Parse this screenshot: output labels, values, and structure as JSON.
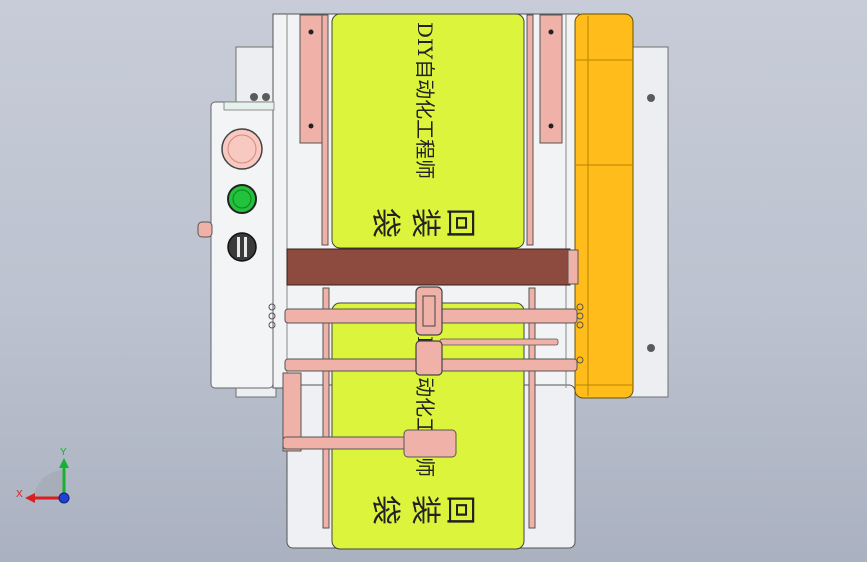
{
  "viewport": {
    "belt_labels": [
      "DIY自动化工程师",
      "DIY自动化工程师"
    ],
    "belt_chars": [
      "袋",
      "装",
      "回",
      "袋",
      "装",
      "回"
    ]
  },
  "triad": {
    "x_label": "X",
    "y_label": "Y",
    "x_color": "#d82020",
    "y_color": "#18b030",
    "z_color": "#2040d8"
  },
  "colors": {
    "belt": "#dcf53c",
    "frame": "#e8eaee",
    "panel": "#f3f4f6",
    "rail": "#f0b2a8",
    "crossbar": "#8c4b3e",
    "motor": "#ffbc1a",
    "button_green": "#21c23c"
  }
}
